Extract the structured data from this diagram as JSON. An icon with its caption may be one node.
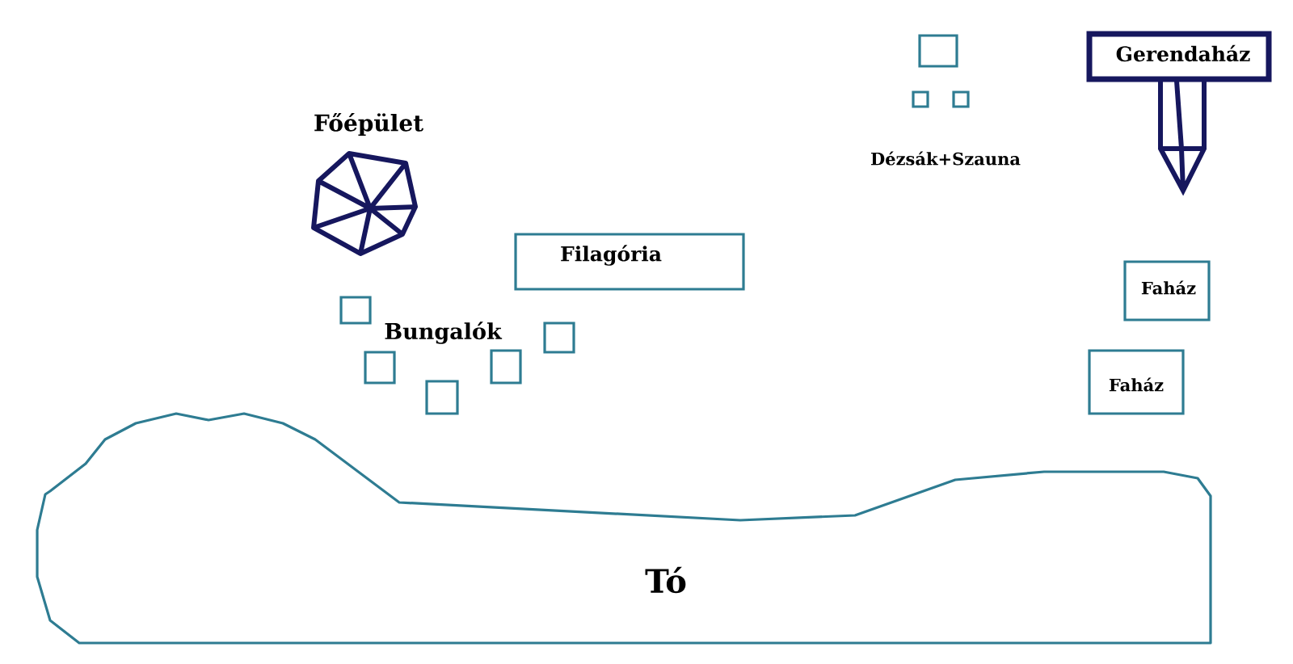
{
  "diagram": {
    "nodes": [
      {
        "text": [
          "Főépület"
        ]
      },
      {
        "text": [
          "Filagória"
        ]
      },
      {
        "text": [],
        "shape": "box"
      },
      {
        "text": [],
        "shape": "box"
      },
      {
        "text": [],
        "shape": "box"
      },
      {
        "text": [],
        "shape": "box"
      },
      {
        "text": [],
        "shape": "box"
      },
      {
        "text": [],
        "shape": "box"
      },
      {
        "text": [],
        "shape": "box"
      },
      {
        "text": [],
        "shape": "box"
      },
      {
        "text": [
          "Gerendaház"
        ]
      },
      {
        "text": [
          "Faház"
        ]
      },
      {
        "text": [
          "Faház"
        ]
      },
      {
        "text": [
          "Tó"
        ]
      }
    ],
    "labels": [
      "Bungalók",
      "Dézsák+Szauna"
    ]
  }
}
